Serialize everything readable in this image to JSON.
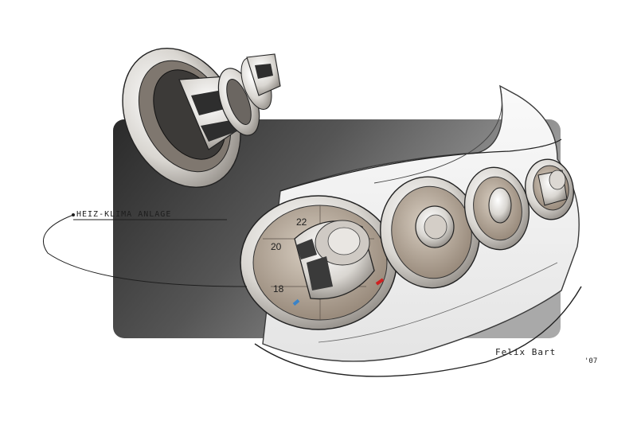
{
  "annotation": {
    "label": "HEIZ-KLIMA ANLAGE"
  },
  "dial": {
    "ticks": [
      "22",
      "20",
      "18"
    ]
  },
  "signature": {
    "name": "Felix Bart",
    "year": "'07"
  },
  "colors": {
    "panel_dark": "#2b2b2b",
    "panel_light": "#8e8e8e",
    "chrome": "#e8e6e2",
    "warm_grey": "#b9ab9b",
    "ink": "#1e1e1e",
    "cold_marker": "#3a83c8",
    "hot_marker": "#d02020"
  }
}
